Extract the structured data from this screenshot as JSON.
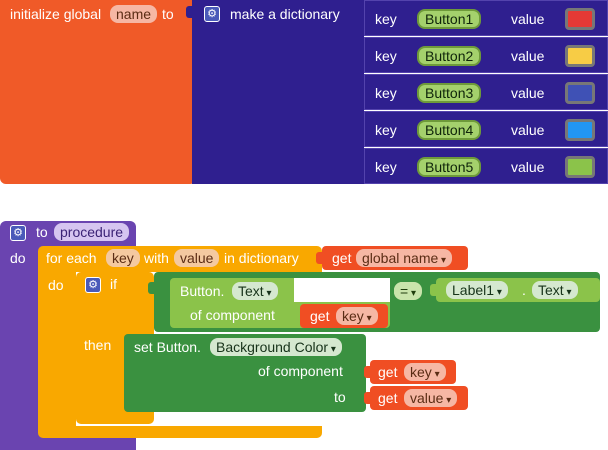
{
  "init_block": {
    "label_initialize": "initialize global",
    "var_name": "name",
    "label_to": "to"
  },
  "dict_block": {
    "label": "make a dictionary"
  },
  "pairs": [
    {
      "key_label": "key",
      "button": "Button1",
      "value_label": "value",
      "color": "#e53935"
    },
    {
      "key_label": "key",
      "button": "Button2",
      "value_label": "value",
      "color": "#f7cc45"
    },
    {
      "key_label": "key",
      "button": "Button3",
      "value_label": "value",
      "color": "#3f51b5"
    },
    {
      "key_label": "key",
      "button": "Button4",
      "value_label": "value",
      "color": "#2196f3"
    },
    {
      "key_label": "key",
      "button": "Button5",
      "value_label": "value",
      "color": "#8bc34a"
    }
  ],
  "procedure": {
    "label_to": "to",
    "name": "procedure",
    "label_do": "do"
  },
  "foreach": {
    "label_for_each": "for each",
    "key_var": "key",
    "label_with": "with",
    "value_var": "value",
    "label_in_dictionary": "in dictionary",
    "get_label": "get",
    "get_var": "global name",
    "label_do": "do"
  },
  "if_block": {
    "label_if": "if",
    "label_then": "then"
  },
  "button_text": {
    "component_type": "Button.",
    "property": "Text",
    "of_component_label": "of component",
    "get_label": "get",
    "get_var": "key"
  },
  "compare": {
    "operator": "=",
    "component": "Label1",
    "dot": ".",
    "property": "Text"
  },
  "set_block": {
    "label_set": "set Button.",
    "property": "Background Color",
    "of_component_label": "of component",
    "get_label_1": "get",
    "get_var_1": "key",
    "to_label": "to",
    "get_label_2": "get",
    "get_var_2": "value"
  },
  "colors": {
    "orange": "#f05a28",
    "indigo": "#2f1f8f",
    "purple": "#6a44b0",
    "amber": "#f9a800",
    "green": "#3a9140",
    "light_green": "#8bc34a",
    "red_orange": "#f04e23"
  }
}
